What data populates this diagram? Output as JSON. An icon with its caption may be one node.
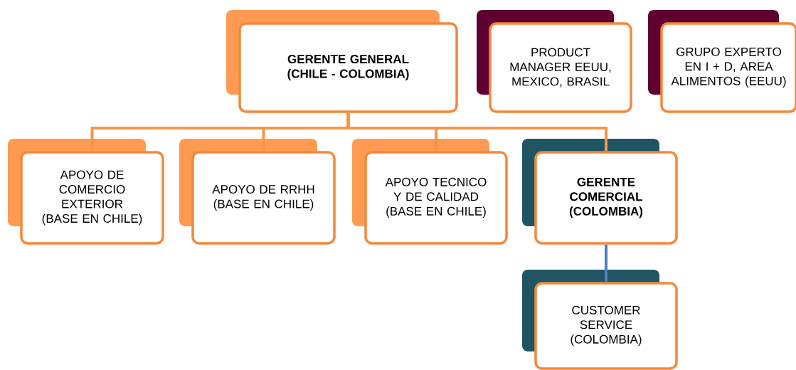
{
  "diagram": {
    "nodes": [
      {
        "text": [
          "GERENTE GENERAL (CHILE - COLOMBIA)"
        ]
      },
      {
        "text": [
          "PRODUCT MANAGER EEUU, MEXICO, BRASIL"
        ]
      },
      {
        "text": [
          "GRUPO EXPERTO EN I + D, AREA ALIMENTOS (EEUU)"
        ]
      },
      {
        "text": [
          "APOYO DE COMERCIO EXTERIOR (BASE EN CHILE)"
        ]
      },
      {
        "text": [
          "APOYO DE RRHH (BASE EN CHILE)"
        ]
      },
      {
        "text": [
          "APOYO  TECNICO Y DE  CALIDAD (BASE  EN CHILE)"
        ]
      },
      {
        "text": [
          "GERENTE COMERCIAL (COLOMBIA)"
        ]
      },
      {
        "text": [
          "CUSTOMER SERVICE (COLOMBIA)"
        ]
      }
    ],
    "edges": [
      {
        "from": 0,
        "to": 3,
        "arrow": "none"
      },
      {
        "from": 0,
        "to": 4,
        "arrow": "none"
      },
      {
        "from": 0,
        "to": 5,
        "arrow": "none"
      },
      {
        "from": 0,
        "to": 6,
        "arrow": "none"
      },
      {
        "from": 6,
        "to": 7,
        "arrow": "none",
        "color": "#4f81bd"
      }
    ]
  }
}
